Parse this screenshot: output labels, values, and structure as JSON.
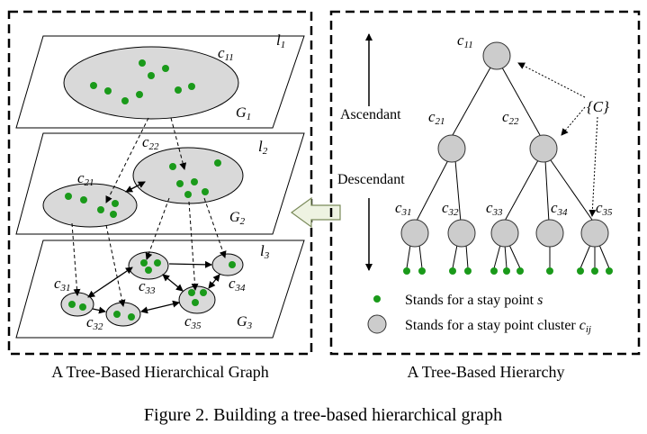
{
  "left_panel": {
    "caption": "A Tree-Based Hierarchical Graph",
    "layers": [
      {
        "level": "l",
        "level_sub": "1",
        "graph": "G",
        "graph_sub": "1"
      },
      {
        "level": "l",
        "level_sub": "2",
        "graph": "G",
        "graph_sub": "2"
      },
      {
        "level": "l",
        "level_sub": "3",
        "graph": "G",
        "graph_sub": "3"
      }
    ],
    "clusters": [
      {
        "c": "c",
        "sub": "11"
      },
      {
        "c": "c",
        "sub": "22"
      },
      {
        "c": "c",
        "sub": "21"
      },
      {
        "c": "c",
        "sub": "33"
      },
      {
        "c": "c",
        "sub": "34"
      },
      {
        "c": "c",
        "sub": "31"
      },
      {
        "c": "c",
        "sub": "32"
      },
      {
        "c": "c",
        "sub": "35"
      }
    ]
  },
  "right_panel": {
    "caption": "A Tree-Based Hierarchy",
    "ascendant": "Ascendant",
    "descendant": "Descendant",
    "set_label": "{C}",
    "nodes": [
      {
        "c": "c",
        "sub": "11"
      },
      {
        "c": "c",
        "sub": "21"
      },
      {
        "c": "c",
        "sub": "22"
      },
      {
        "c": "c",
        "sub": "31"
      },
      {
        "c": "c",
        "sub": "32"
      },
      {
        "c": "c",
        "sub": "33"
      },
      {
        "c": "c",
        "sub": "34"
      },
      {
        "c": "c",
        "sub": "35"
      }
    ],
    "legend": {
      "point_text": "Stands for a stay point ",
      "point_var": "s",
      "cluster_text": "Stands for a stay point cluster ",
      "cluster_var": "c",
      "cluster_sub": "ij"
    }
  },
  "figure_caption": "Figure 2. Building a tree-based hierarchical graph",
  "colors": {
    "point": "#1a9a1a",
    "cluster_fill": "#cccccc",
    "cluster_fill_left": "#d9d9d9"
  }
}
